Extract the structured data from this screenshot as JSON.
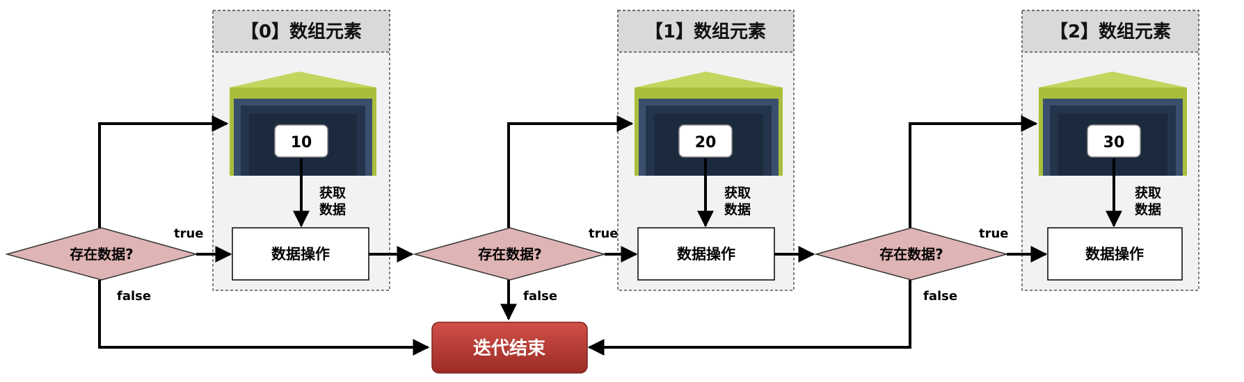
{
  "elements": [
    {
      "header": "【0】数组元素",
      "value": "10"
    },
    {
      "header": "【1】数组元素",
      "value": "20"
    },
    {
      "header": "【2】数组元素",
      "value": "30"
    }
  ],
  "labels": {
    "decision": "存在数据?",
    "operation": "数据操作",
    "fetch_line1": "获取",
    "fetch_line2": "数据",
    "true_label": "true",
    "false_label": "false",
    "end": "迭代结束"
  },
  "colors": {
    "diamond_fill": "#dfb4b4",
    "end_fill": "#b73a33",
    "roof": "#a9bf3c",
    "roof_top": "#c3d55e",
    "door_dark": "#1c2a3e",
    "door_frame": "#3a4f6c",
    "group_bg": "#f2f2f2",
    "header_bg": "#d9d9d9",
    "line": "#000000"
  }
}
